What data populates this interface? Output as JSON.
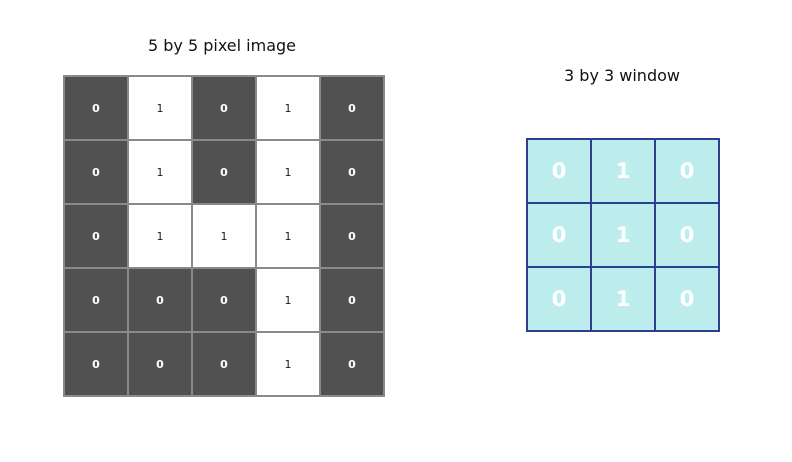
{
  "image": {
    "title": "5 by 5 pixel image",
    "rows": [
      [
        "0",
        "1",
        "0",
        "1",
        "0"
      ],
      [
        "0",
        "1",
        "0",
        "1",
        "0"
      ],
      [
        "0",
        "1",
        "1",
        "1",
        "0"
      ],
      [
        "0",
        "0",
        "0",
        "1",
        "0"
      ],
      [
        "0",
        "0",
        "0",
        "1",
        "0"
      ]
    ]
  },
  "window": {
    "title": "3 by 3 window",
    "rows": [
      [
        "0",
        "1",
        "0"
      ],
      [
        "0",
        "1",
        "0"
      ],
      [
        "0",
        "1",
        "0"
      ]
    ]
  },
  "colors": {
    "dark_pixel": "#515151",
    "light_pixel": "#ffffff",
    "window_fill": "#bdeeed",
    "window_border": "#2e3f8f"
  }
}
